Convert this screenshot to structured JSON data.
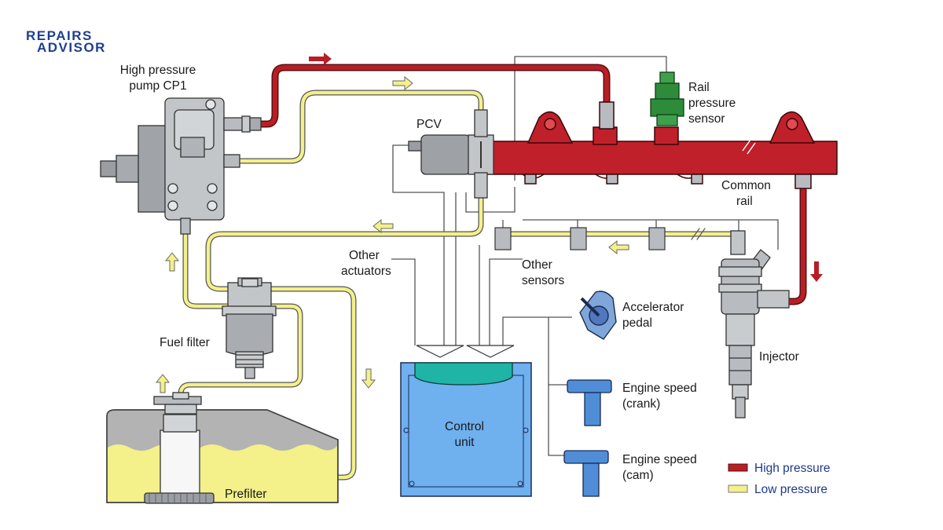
{
  "logo": {
    "line1": "REPAIRS",
    "line2": "ADVISOR"
  },
  "labels": {
    "pump_1": "High pressure",
    "pump_2": "pump CP1",
    "pcv": "PCV",
    "rail_sensor_1": "Rail",
    "rail_sensor_2": "pressure",
    "rail_sensor_3": "sensor",
    "common_rail_1": "Common",
    "common_rail_2": "rail",
    "other_actuators_1": "Other",
    "other_actuators_2": "actuators",
    "other_sensors_1": "Other",
    "other_sensors_2": "sensors",
    "accelerator_1": "Accelerator",
    "accelerator_2": "pedal",
    "injector": "Injector",
    "fuel_filter": "Fuel filter",
    "control_unit_1": "Control",
    "control_unit_2": "unit",
    "engine_speed_crank_1": "Engine speed",
    "engine_speed_crank_2": "(crank)",
    "engine_speed_cam_1": "Engine speed",
    "engine_speed_cam_2": "(cam)",
    "prefilter": "Prefilter"
  },
  "legend": {
    "high_pressure": "High pressure",
    "low_pressure": "Low pressure"
  },
  "colors": {
    "high_pressure_line": "#b81e24",
    "low_pressure_line": "#f4f08a",
    "control_unit": "#6fb0ee",
    "control_unit_top": "#1fb4a6",
    "sensor_green": "#2e8b3a",
    "fuel": "#f4f08a",
    "tank": "#b3b3b3",
    "component_gray": "#b8bcc0",
    "legend_text": "#1f3a8a"
  }
}
